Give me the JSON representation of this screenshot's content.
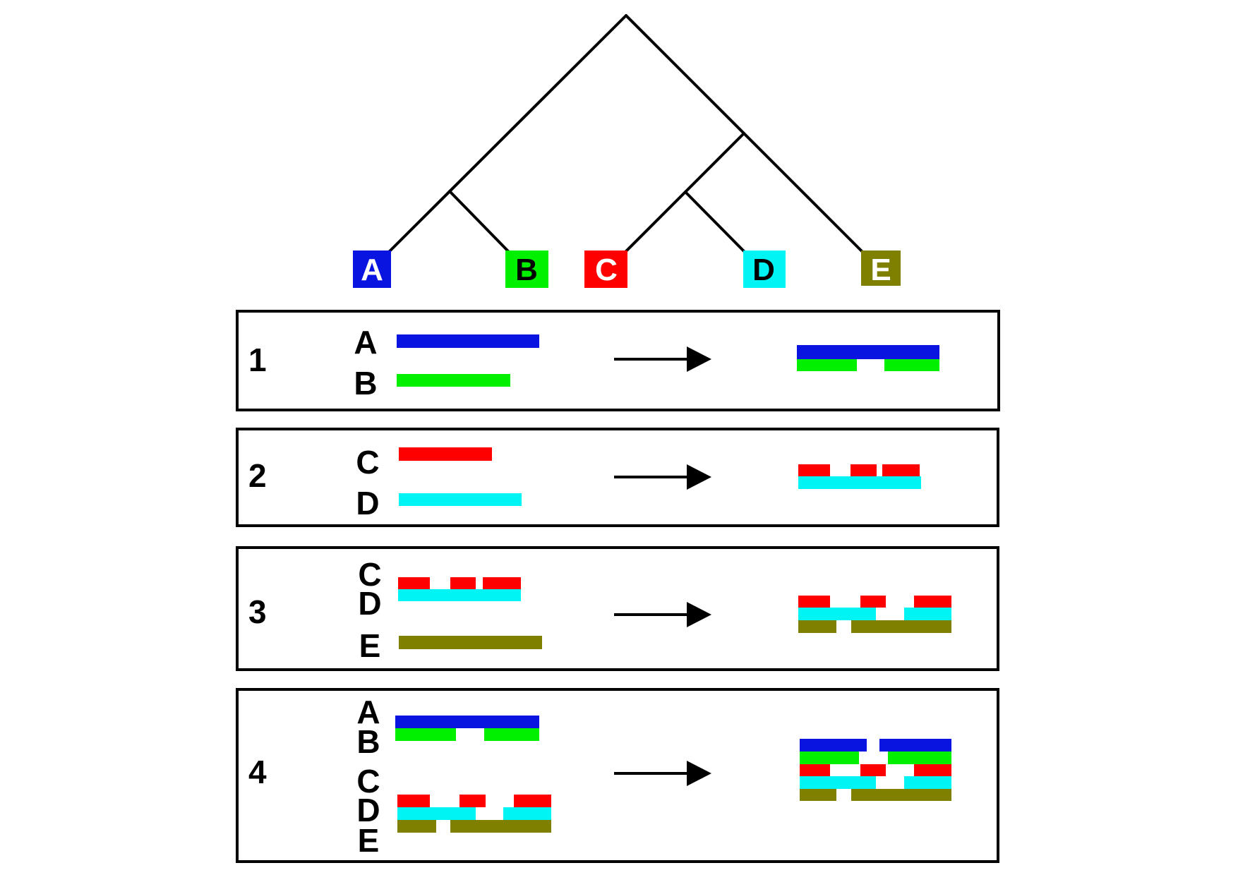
{
  "colors": {
    "A": "#0a14e0",
    "B": "#00f000",
    "C": "#ff0000",
    "D": "#00f4f4",
    "E": "#808000",
    "line": "#000000"
  },
  "tree": {
    "leaves": [
      {
        "label": "A",
        "text_color": "#ffffff"
      },
      {
        "label": "B",
        "text_color": "#000000"
      },
      {
        "label": "C",
        "text_color": "#ffffff"
      },
      {
        "label": "D",
        "text_color": "#000000"
      },
      {
        "label": "E",
        "text_color": "#ffffff"
      }
    ]
  },
  "steps": [
    {
      "number": "1",
      "labels": [
        "A",
        "B"
      ]
    },
    {
      "number": "2",
      "labels": [
        "C",
        "D"
      ]
    },
    {
      "number": "3",
      "labels": [
        "C",
        "D",
        "E"
      ]
    },
    {
      "number": "4",
      "labels": [
        "A",
        "B",
        "C",
        "D",
        "E"
      ]
    }
  ]
}
